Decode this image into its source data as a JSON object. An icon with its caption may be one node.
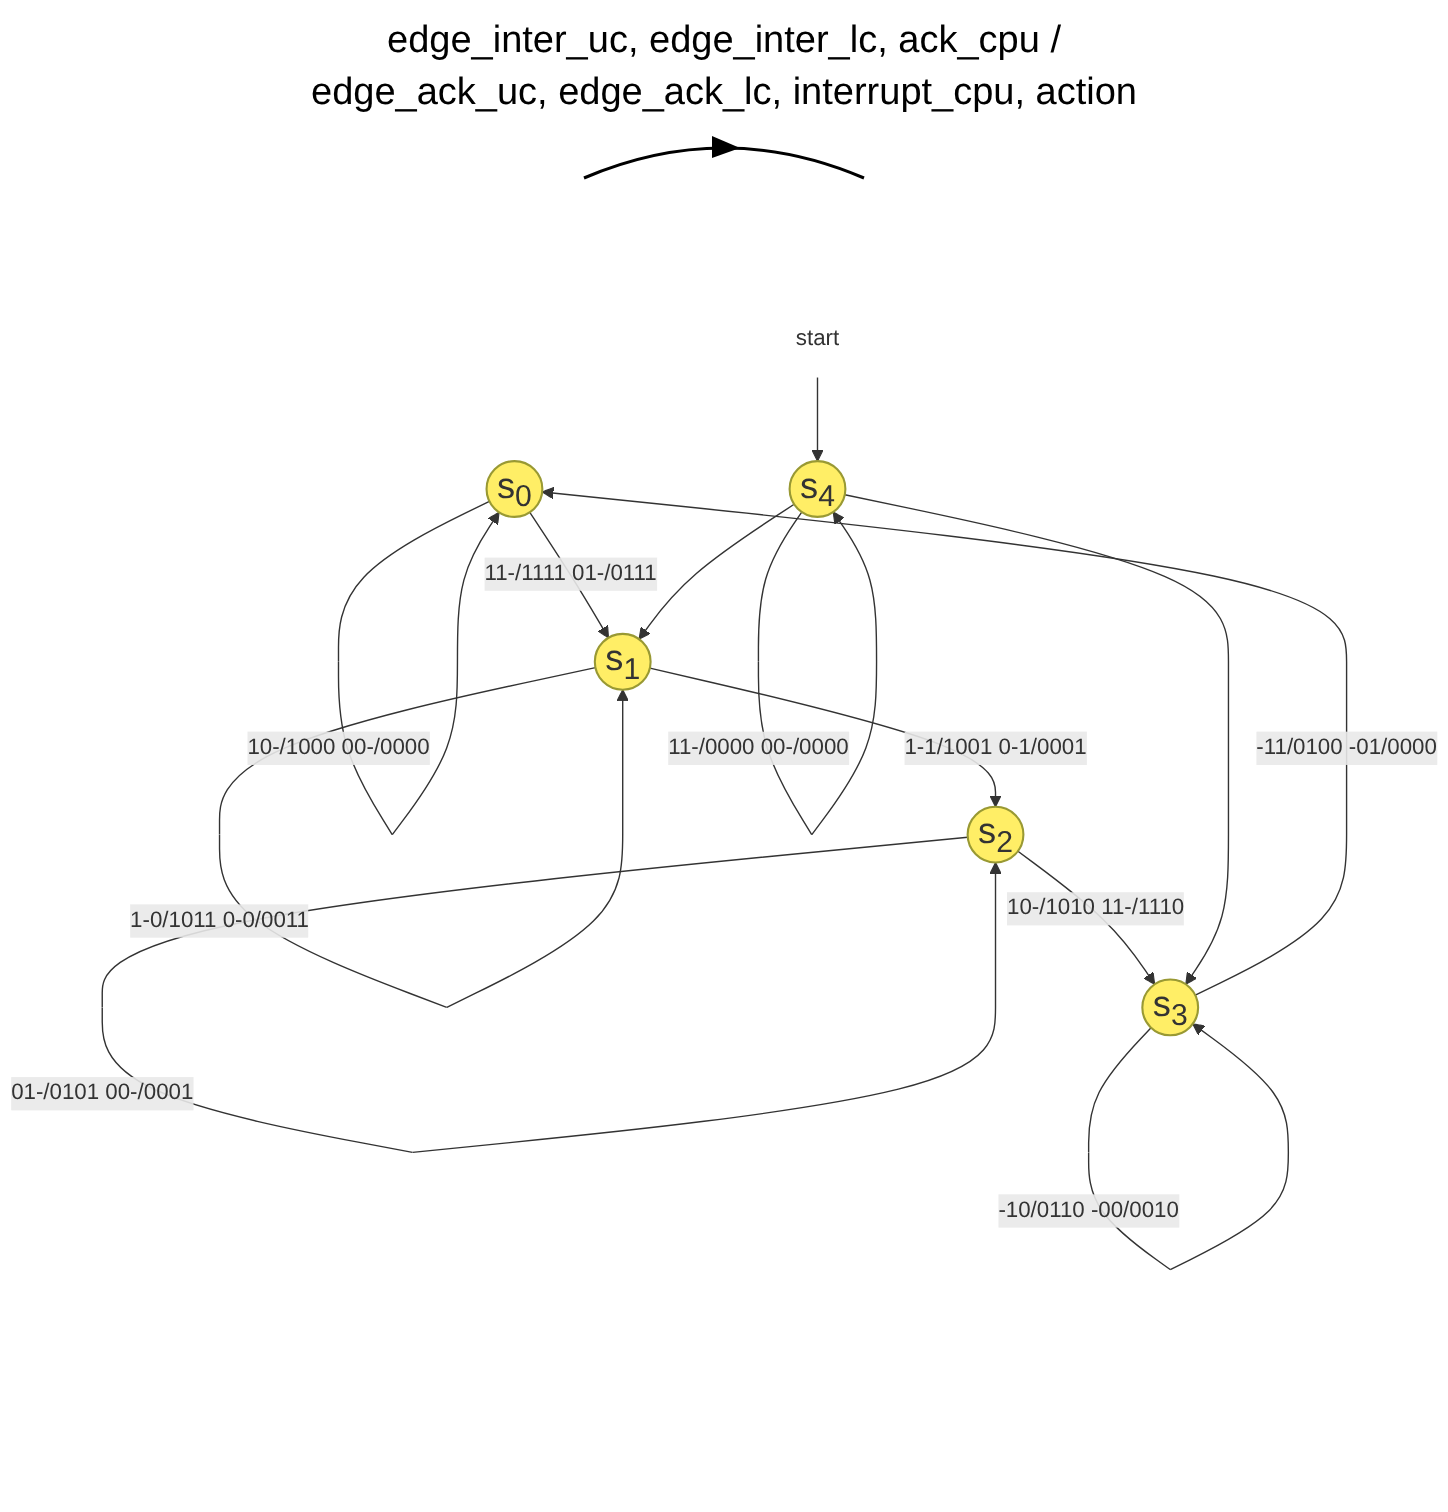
{
  "diagram": {
    "nodes": [
      {
        "text": [
          "s$_{0}$"
        ]
      },
      {
        "text": [
          "s$_{1}$"
        ]
      },
      {
        "text": [
          "s$_{2}$"
        ]
      },
      {
        "text": [
          "s$_{3}$"
        ]
      },
      {
        "text": [
          "s$_{4}$"
        ]
      },
      {
        "text": [
          "start"
        ]
      }
    ],
    "edges": [
      {
        "from": 0,
        "to": 1,
        "arrow": "to",
        "label": "11-/1111 01-/0111"
      },
      {
        "from": 1,
        "to": 2,
        "arrow": "to",
        "label": "1-1/1001 0-1/0001"
      },
      {
        "from": 2,
        "to": 3,
        "arrow": "to",
        "label": "10-/1010 11-/1110"
      },
      {
        "from": 3,
        "to": 0,
        "arrow": "to",
        "label": "-11/0100 -01/0000"
      },
      {
        "from": 4,
        "to": 1,
        "arrow": "to"
      },
      {
        "from": 4,
        "to": 3,
        "arrow": "to"
      },
      {
        "from": 5,
        "to": 4,
        "arrow": "to"
      },
      {
        "from": 0,
        "to": 0,
        "arrow": "to",
        "label": "10-/1000 00-/0000"
      },
      {
        "from": 1,
        "to": 1,
        "arrow": "to",
        "label": "1-0/1011 0-0/0011"
      },
      {
        "from": 2,
        "to": 2,
        "arrow": "to",
        "label": "01-/0101 00-/0001"
      },
      {
        "from": 3,
        "to": 3,
        "arrow": "to",
        "label": "-10/0110 -00/0010"
      },
      {
        "from": 4,
        "to": 4,
        "arrow": "to",
        "label": "11-/0000 00-/0000"
      }
    ],
    "labels": [
      "edge_inter_uc, edge_inter_lc, ack_cpu / edge_ack_uc, edge_ack_lc, interrupt_cpu, action"
    ]
  }
}
